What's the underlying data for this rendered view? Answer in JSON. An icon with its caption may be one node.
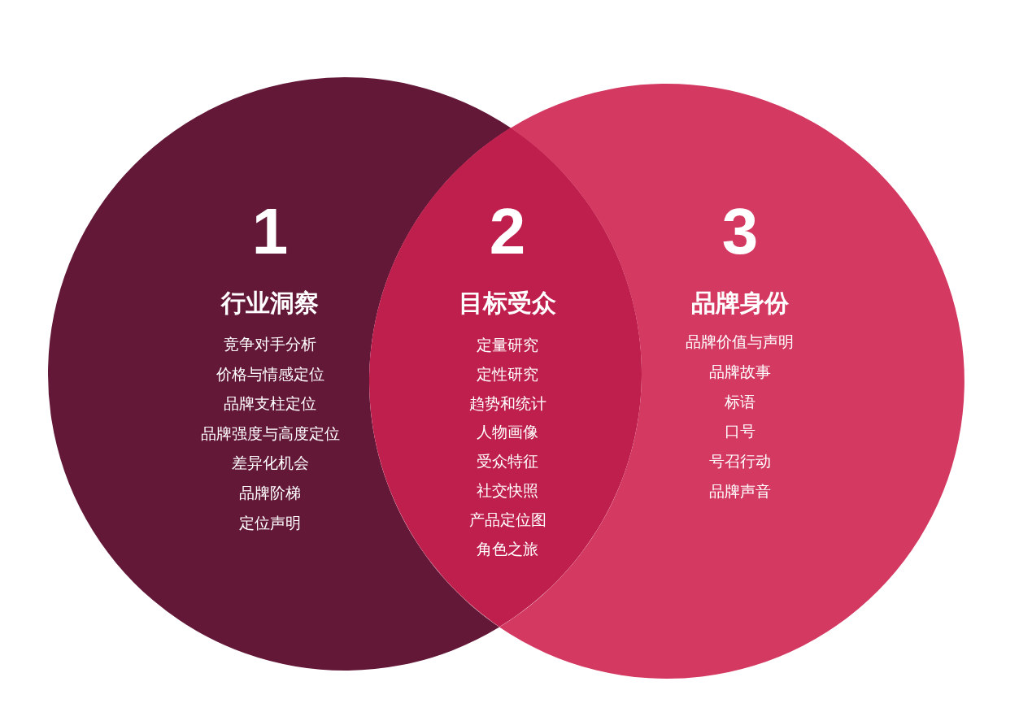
{
  "diagram": {
    "nodes": [
      {
        "text": [
          "1",
          "行业洞察",
          "竞争对手分析",
          "价格与情感定位",
          "品牌支柱定位",
          "品牌强度与高度定位",
          "差异化机会",
          "品牌阶梯",
          "定位声明"
        ]
      },
      {
        "text": [
          "2",
          "目标受众",
          "定量研究",
          "定性研究",
          "趋势和统计",
          "人物画像",
          "受众特征",
          "社交快照",
          "产品定位图",
          "角色之旅"
        ]
      },
      {
        "text": [
          "3",
          "品牌身份",
          "品牌价值与声明",
          "品牌故事",
          "标语",
          "口号",
          "号召行动",
          "品牌声音"
        ]
      }
    ]
  }
}
